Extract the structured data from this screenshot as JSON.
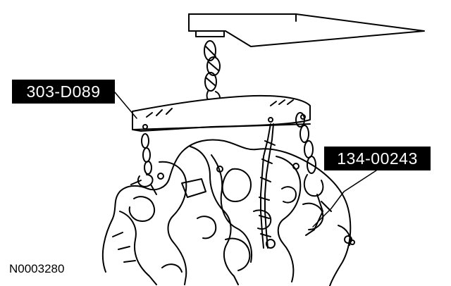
{
  "figure": {
    "callouts": [
      {
        "id": "lifting-bracket",
        "label": "303-D089"
      },
      {
        "id": "engine-hook",
        "label": "134-00243"
      }
    ],
    "figure_number": "N0003280"
  },
  "colors": {
    "ink": "#000000",
    "paper": "#ffffff"
  }
}
